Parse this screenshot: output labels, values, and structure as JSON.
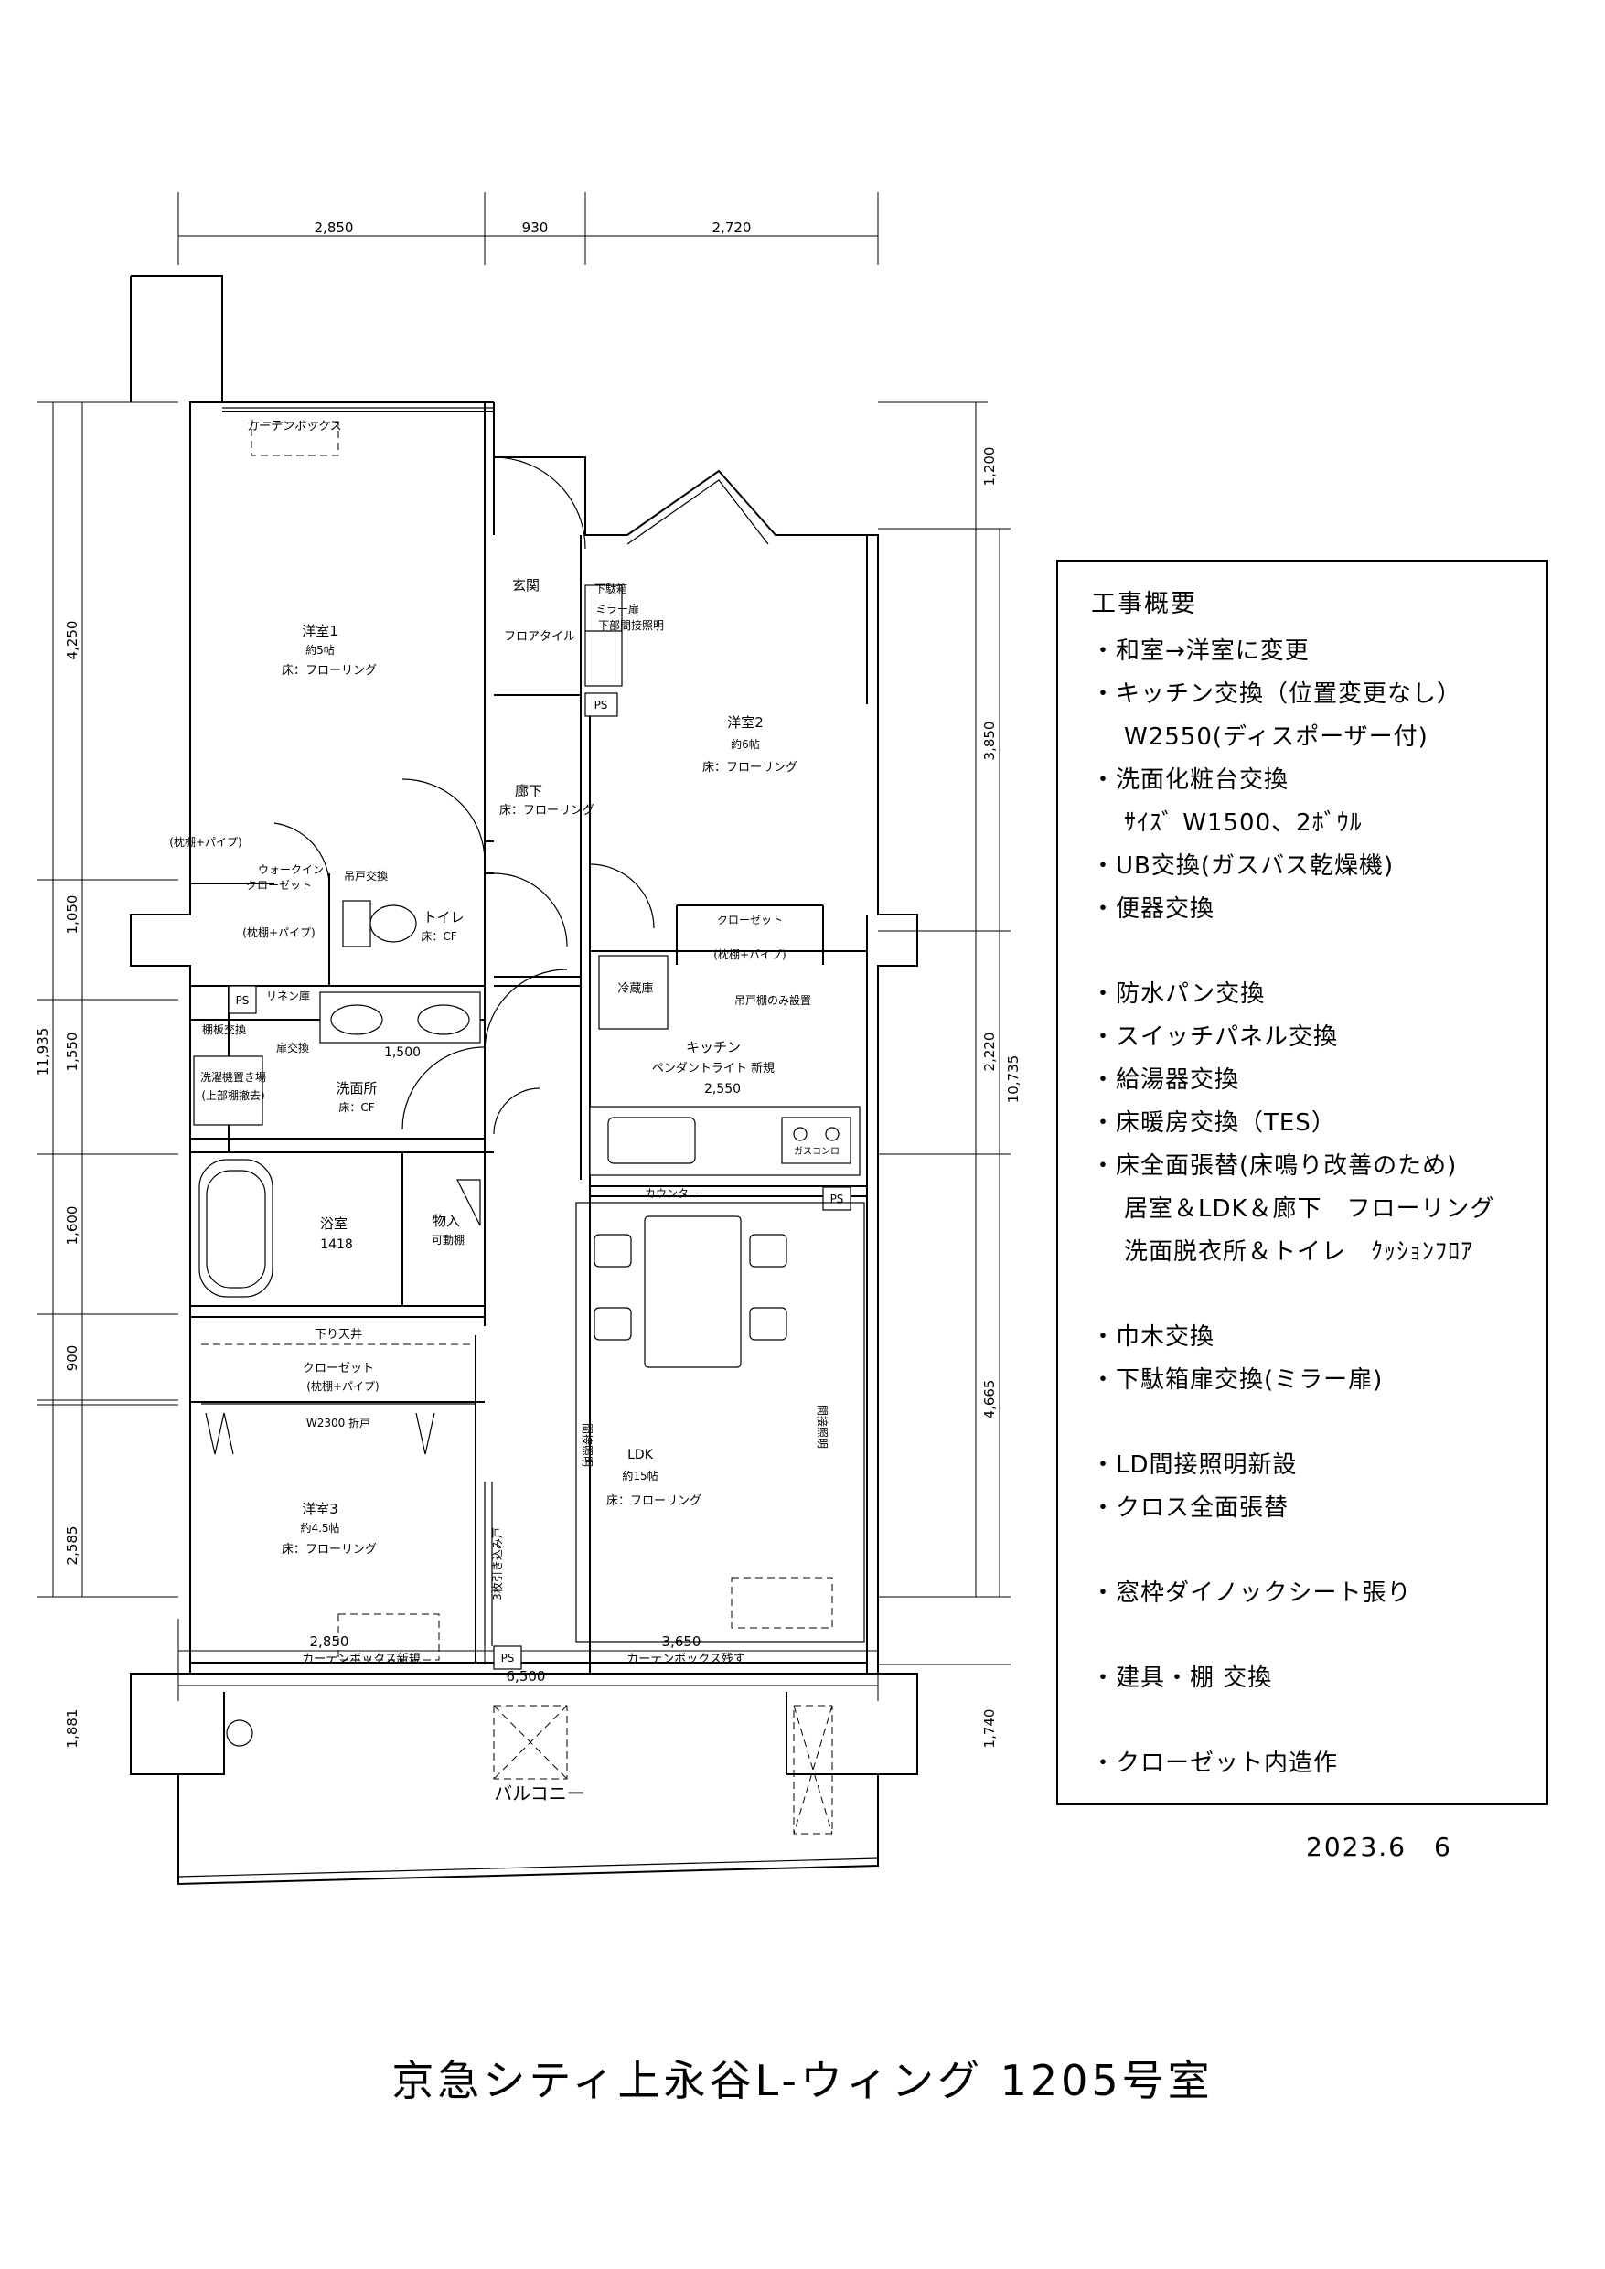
{
  "plan": {
    "dimensions": {
      "top": [
        "2,850",
        "930",
        "2,720"
      ],
      "bottom": [
        "2,850",
        "3,650"
      ],
      "bottom_total": "6,500",
      "left": [
        "4,250",
        "1,050",
        "1,550",
        "1,600",
        "900",
        "2,585",
        "1,881"
      ],
      "left_total": "11,935",
      "right": [
        "1,200",
        "3,850",
        "2,220",
        "4,665",
        "1,740"
      ],
      "right_total": "10,735"
    },
    "rooms": {
      "room1_name": "洋室1",
      "room1_size": "約5帖",
      "room1_floor": "床：フローリング",
      "room2_name": "洋室2",
      "room2_size": "約6帖",
      "room2_floor": "床：フローリング",
      "room3_name": "洋室3",
      "room3_size": "約4.5帖",
      "room3_floor": "床：フローリング",
      "entrance_name": "玄関",
      "entrance_floor": "フロアタイル",
      "hall_name": "廊下",
      "hall_floor": "床：フローリング",
      "toilet_name": "トイレ",
      "toilet_floor": "床：CF",
      "washroom_name": "洗面所",
      "washroom_floor": "床：CF",
      "bath_name": "浴室",
      "bath_size": "1418",
      "storage_name": "物入",
      "storage_note": "可動棚",
      "kitchen_name": "キッチン",
      "kitchen_note": "ペンダントライト 新規",
      "kitchen_width": "2,550",
      "ldk_name": "LDK",
      "ldk_size": "約15帖",
      "ldk_floor": "床：フローリング",
      "balcony_name": "バルコニー"
    },
    "labels": {
      "curtain_box": "カーテンボックス",
      "curtain_box_new": "カーテンボックス新規",
      "curtain_box_keep": "カーテンボックス残す",
      "shoe_box": "下駄箱",
      "mirror_door": "ミラー扉",
      "lower_indirect_light": "下部間接照明",
      "ps": "PS",
      "walk_in_closet": "ウォークイン",
      "walk_in_closet2": "クローゼット",
      "shelf_pipe": "(枕棚+パイプ)",
      "wall_cabinet_replace": "吊戸交換",
      "linen_cabinet": "リネン庫",
      "shelf_board_replace": "棚板交換",
      "door_replace": "扉交換",
      "washer_area": "洗濯機置き場",
      "upper_shelf_remove": "(上部棚撤去)",
      "closet": "クローゼット",
      "fridge": "冷蔵庫",
      "wall_cabinet_only": "吊戸棚のみ設置",
      "width_1500": "1,500",
      "gas_stove": "ガスコンロ",
      "counter": "カウンター",
      "lowered_ceiling": "下り天井",
      "folding_door": "W2300 折戸",
      "sliding_door": "3枚引き込み戸",
      "indirect_light": "間接照明"
    }
  },
  "summary": {
    "title": "工事概要",
    "items": [
      {
        "text": "・和室→洋室に変更",
        "style": ""
      },
      {
        "text": "・キッチン交換（位置変更なし）",
        "style": ""
      },
      {
        "text": "W2550(ディスポーザー付)",
        "style": "sub"
      },
      {
        "text": "・洗面化粧台交換",
        "style": ""
      },
      {
        "text": "ｻｲｽﾞ W1500、2ﾎﾞｳﾙ",
        "style": "sub"
      },
      {
        "text": "・UB交換(ガスバス乾燥機)",
        "style": ""
      },
      {
        "text": "・便器交換",
        "style": ""
      },
      {
        "text": "・防水パン交換",
        "style": "gap"
      },
      {
        "text": "・スイッチパネル交換",
        "style": ""
      },
      {
        "text": "・給湯器交換",
        "style": ""
      },
      {
        "text": "・床暖房交換（TES）",
        "style": ""
      },
      {
        "text": "・床全面張替(床鳴り改善のため)",
        "style": ""
      },
      {
        "text": "居室＆LDK＆廊下　フローリング",
        "style": "sub"
      },
      {
        "text": "洗面脱衣所＆トイレ　ｸｯｼｮﾝﾌﾛｱ",
        "style": "sub"
      },
      {
        "text": "・巾木交換",
        "style": "gap"
      },
      {
        "text": "・下駄箱扉交換(ミラー扉)",
        "style": ""
      },
      {
        "text": "・LD間接照明新設",
        "style": "gap"
      },
      {
        "text": "・クロス全面張替",
        "style": ""
      },
      {
        "text": "・窓枠ダイノックシート張り",
        "style": "gap"
      },
      {
        "text": "・建具・棚 交換",
        "style": "gap"
      },
      {
        "text": "・クローゼット内造作",
        "style": "gap"
      }
    ]
  },
  "date": "2023.6　6",
  "building_name": "京急シティ上永谷L-ウィング 1205号室"
}
